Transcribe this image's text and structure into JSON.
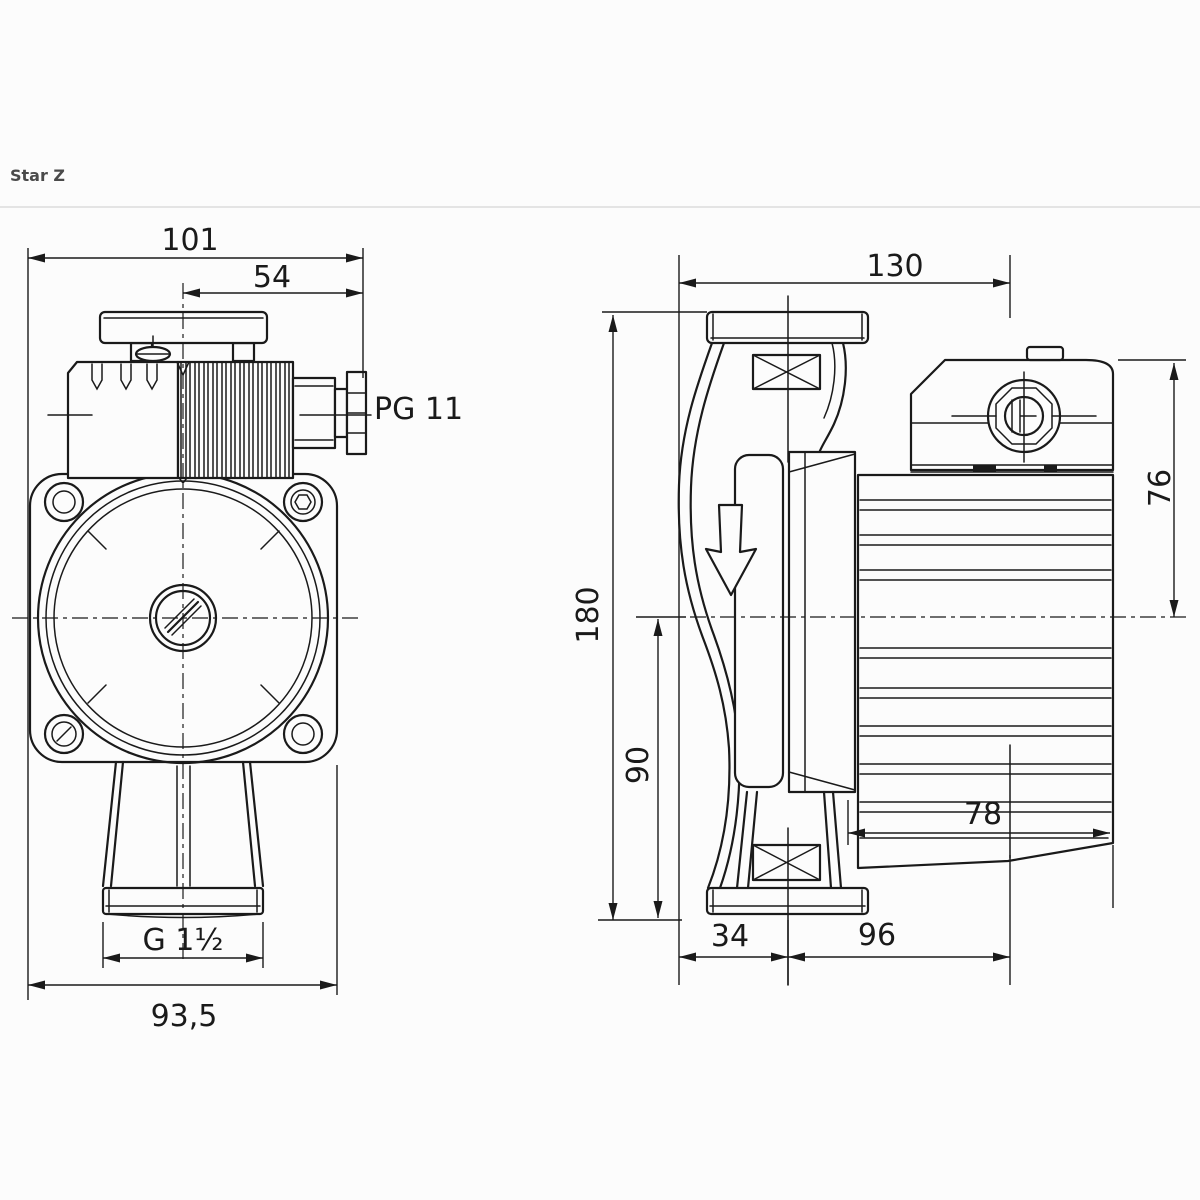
{
  "header": {
    "title": "Star Z"
  },
  "drawing": {
    "type": "pump dimensional drawing, front and side views",
    "front": {
      "dim_overall_width": "101",
      "dim_center_to_gland": "54",
      "label_gland": "PG 11",
      "label_thread": "G 1½",
      "dim_body_width": "93,5"
    },
    "side": {
      "dim_depth": "130",
      "dim_axis_to_box_top": "76",
      "dim_overall_height": "180",
      "dim_axis_to_base": "90",
      "dim_motor_length": "78",
      "dim_flange_offset": "34",
      "dim_motor_overhang": "96"
    }
  }
}
